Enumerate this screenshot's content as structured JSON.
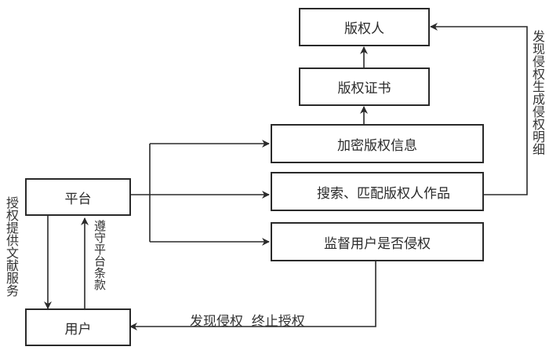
{
  "nodes": {
    "copyright_holder": "版权人",
    "copyright_certificate": "版权证书",
    "encrypt_info": "加密版权信息",
    "search_match": "搜索、匹配版权人作品",
    "monitor_user": "监督用户是否侵权",
    "platform": "平台",
    "user": "用户"
  },
  "edges": {
    "platform_to_user": "授权提供文献服务",
    "user_to_platform": "遵守平台条款",
    "search_to_holder": "发现侵权生成侵权明细",
    "monitor_to_user": "发现侵权  终止授权"
  }
}
